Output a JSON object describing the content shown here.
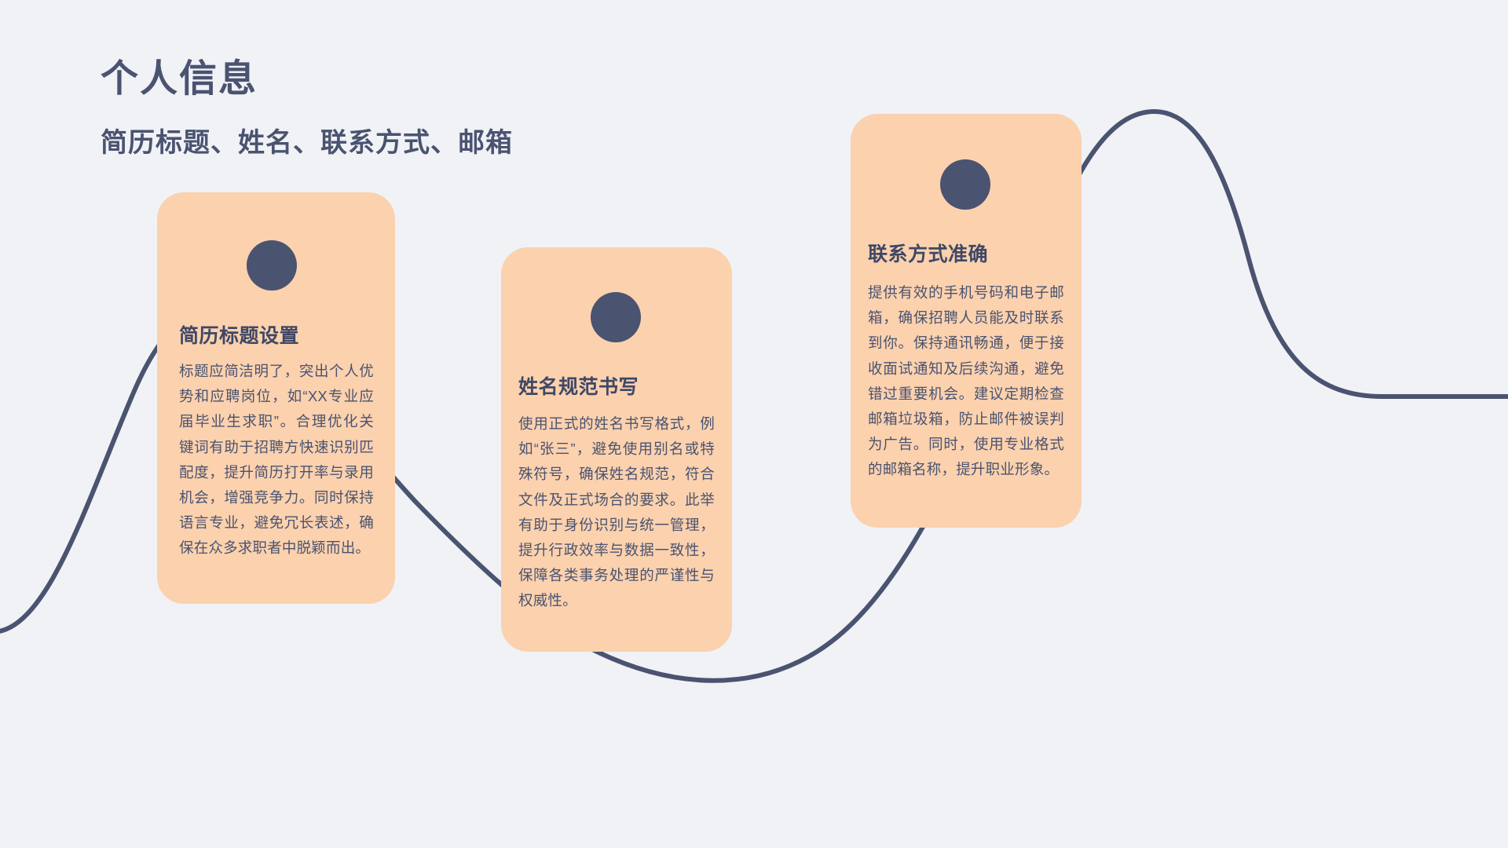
{
  "page": {
    "background_color": "#f0f2f6",
    "accent_color": "#4a5370",
    "card_color": "#fbd1ae"
  },
  "header": {
    "title": "个人信息",
    "subtitle": "简历标题、姓名、联系方式、邮箱"
  },
  "cards": [
    {
      "id": "card-1",
      "title": "简历标题设置",
      "body": "标题应简洁明了，突出个人优势和应聘岗位，如“XX专业应届毕业生求职”。合理优化关键词有助于招聘方快速识别匹配度，提升简历打开率与录用机会，增强竞争力。同时保持语言专业，避免冗长表述，确保在众多求职者中脱颖而出。"
    },
    {
      "id": "card-2",
      "title": "姓名规范书写",
      "body": "使用正式的姓名书写格式，例如“张三”，避免使用别名或特殊符号，确保姓名规范，符合文件及正式场合的要求。此举有助于身份识别与统一管理，提升行政效率与数据一致性，保障各类事务处理的严谨性与权威性。"
    },
    {
      "id": "card-3",
      "title": "联系方式准确",
      "body": "提供有效的手机号码和电子邮箱，确保招聘人员能及时联系到你。保持通讯畅通，便于接收面试通知及后续沟通，避免错过重要机会。建议定期检查邮箱垃圾箱，防止邮件被误判为广告。同时，使用专业格式的邮箱名称，提升职业形象。"
    }
  ],
  "decoration": {
    "wave_line_color": "#4a5370",
    "wave_line_width": 6
  }
}
